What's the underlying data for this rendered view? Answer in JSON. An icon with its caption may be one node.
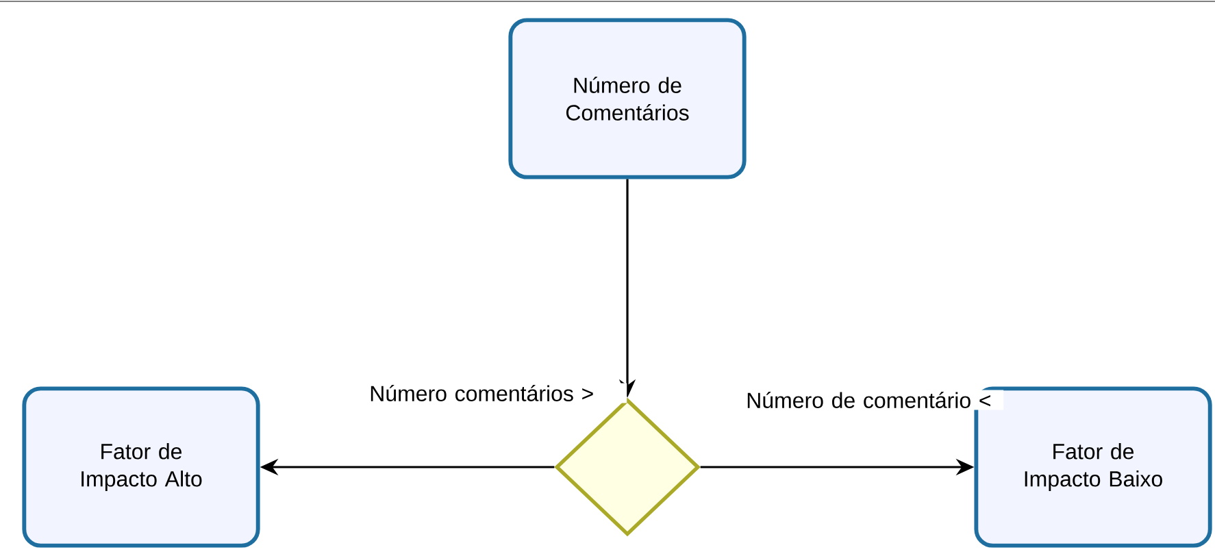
{
  "diagram": {
    "nodes": [
      {
        "text": [
          "Número de Comentários"
        ]
      },
      {
        "text": [
          "Fator de Impacto Alto"
        ]
      },
      {
        "text": [],
        "shape": "diamond"
      },
      {
        "text": [
          "Fator de Impacto Baixo"
        ]
      }
    ],
    "edges": [
      {
        "from": 0,
        "to": 2,
        "arrow": "to"
      },
      {
        "from": 2,
        "to": 1,
        "arrow": "to",
        "label": "Número comentários >"
      },
      {
        "from": 2,
        "to": 3,
        "arrow": "to",
        "label": "Número de comentário <"
      }
    ]
  }
}
